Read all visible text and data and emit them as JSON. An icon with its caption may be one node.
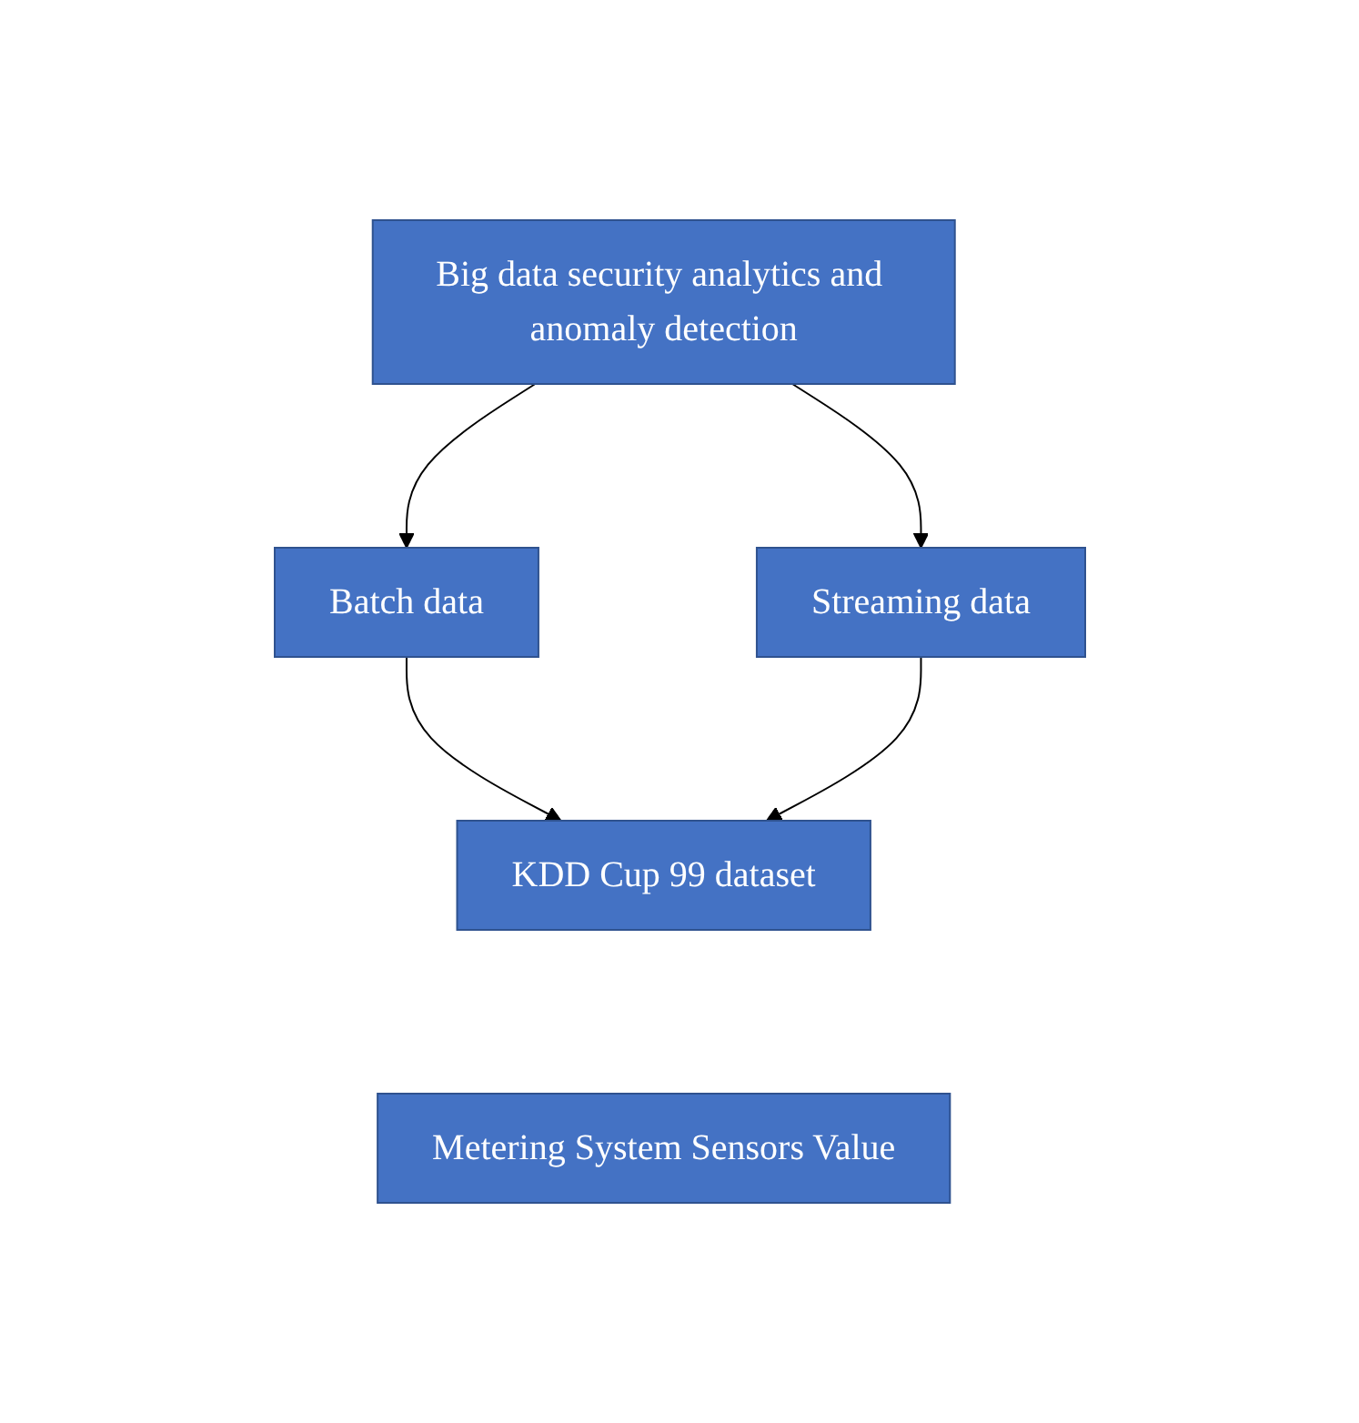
{
  "diagram": {
    "nodes": [
      {
        "text": [
          "Big data security analytics and anomaly detection"
        ]
      },
      {
        "text": [
          "Batch data"
        ]
      },
      {
        "text": [
          "Streaming data"
        ]
      },
      {
        "text": [
          "KDD Cup 99 dataset"
        ]
      },
      {
        "text": [
          "Metering System Sensors Value"
        ]
      }
    ],
    "edges": [
      {
        "from": 0,
        "to": 1,
        "arrow": "to"
      },
      {
        "from": 0,
        "to": 2,
        "arrow": "to"
      },
      {
        "from": 1,
        "to": 3,
        "arrow": "to"
      },
      {
        "from": 2,
        "to": 3,
        "arrow": "to"
      }
    ]
  }
}
